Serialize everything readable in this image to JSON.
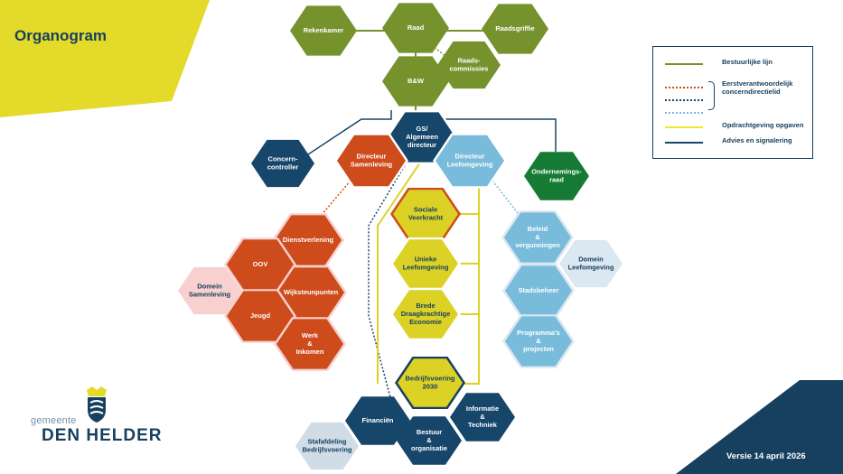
{
  "title": "Organogram",
  "version": "Versie 14 april 2026",
  "logo": {
    "prefix": "gemeente",
    "name": "DEN HELDER"
  },
  "colors": {
    "green": "#76922d",
    "orange": "#ce4b1c",
    "navy": "#16466a",
    "lightblue": "#78bbda",
    "yellow": "#dcd225",
    "darkgreen": "#157a33",
    "pink": "#f7d0cf",
    "palesky": "#dbe8f1",
    "graysky": "#d0dce6",
    "lemon": "#eae832"
  },
  "nodes": [
    {
      "id": "rekenkamer",
      "text": "Rekenkamer",
      "color": "green"
    },
    {
      "id": "raad",
      "text": "Raad",
      "color": "green"
    },
    {
      "id": "raadsgriffie",
      "text": "Raadsgriffie",
      "color": "green"
    },
    {
      "id": "raadscommissies",
      "text": "Raads-\ncommissies",
      "color": "green"
    },
    {
      "id": "bw",
      "text": "B&W",
      "color": "green"
    },
    {
      "id": "gs",
      "text": "GS/\nAlgemeen\ndirecteur",
      "color": "navy"
    },
    {
      "id": "dir_samenleving",
      "text": "Directeur\nSamenleving",
      "color": "orange"
    },
    {
      "id": "dir_leefomgeving",
      "text": "Directeur\nLeefomgeving",
      "color": "lightblue"
    },
    {
      "id": "concerncontroller",
      "text": "Concern-\ncontroller",
      "color": "navy"
    },
    {
      "id": "ondernemingsraad",
      "text": "Ondernemings-\nraad",
      "color": "darkgreen"
    },
    {
      "id": "sociale_veerkracht",
      "text": "Sociale\nVeerkracht",
      "color": "yellow"
    },
    {
      "id": "unieke_leefomgeving",
      "text": "Unieke\nLeefomgeving",
      "color": "yellow"
    },
    {
      "id": "brede_economie",
      "text": "Brede\nDraagkrachtige\nEconomie",
      "color": "yellow"
    },
    {
      "id": "bedrijfsvoering_2030",
      "text": "Bedrijfsvoering\n2030",
      "color": "yellow"
    },
    {
      "id": "dienstverlening",
      "text": "Dienstverlening",
      "color": "orange"
    },
    {
      "id": "oov",
      "text": "OOV",
      "color": "orange"
    },
    {
      "id": "wijksteunpunten",
      "text": "Wijksteunpunten",
      "color": "orange"
    },
    {
      "id": "jeugd",
      "text": "Jeugd",
      "color": "orange"
    },
    {
      "id": "werk_inkomen",
      "text": "Werk\n&\nInkomen",
      "color": "orange"
    },
    {
      "id": "domein_samenleving",
      "text": "Domein\nSamenleving",
      "color": "pink"
    },
    {
      "id": "beleid_vergunningen",
      "text": "Beleid\n&\nvergunningen",
      "color": "lightblue"
    },
    {
      "id": "domein_leefomgeving",
      "text": "Domein\nLeefomgeving",
      "color": "palesky"
    },
    {
      "id": "stadsbeheer",
      "text": "Stadsbeheer",
      "color": "lightblue"
    },
    {
      "id": "programmas",
      "text": "Programma's\n&\nprojecten",
      "color": "lightblue"
    },
    {
      "id": "financien",
      "text": "Financiën",
      "color": "navy"
    },
    {
      "id": "bestuur_organisatie",
      "text": "Bestuur\n&\norganisatie",
      "color": "navy"
    },
    {
      "id": "informatie_techniek",
      "text": "Informatie\n&\nTechniek",
      "color": "navy"
    },
    {
      "id": "stafafdeling",
      "text": "Stafafdeling\nBedrijfsvoering",
      "color": "graysky"
    }
  ],
  "legend": [
    {
      "label": "Bestuurlijke lijn",
      "style": "solid",
      "color": "green"
    },
    {
      "label": "Eerstverantwoordelijk\nconcerndirectielid",
      "style": "dotted",
      "color": "orange"
    },
    {
      "label": "",
      "style": "dotted",
      "color": "navy"
    },
    {
      "label": "",
      "style": "dotted",
      "color": "lightblue"
    },
    {
      "label": "Opdrachtgeving opgaven",
      "style": "solid",
      "color": "lemon"
    },
    {
      "label": "Advies en signalering",
      "style": "solid",
      "color": "navy"
    }
  ]
}
